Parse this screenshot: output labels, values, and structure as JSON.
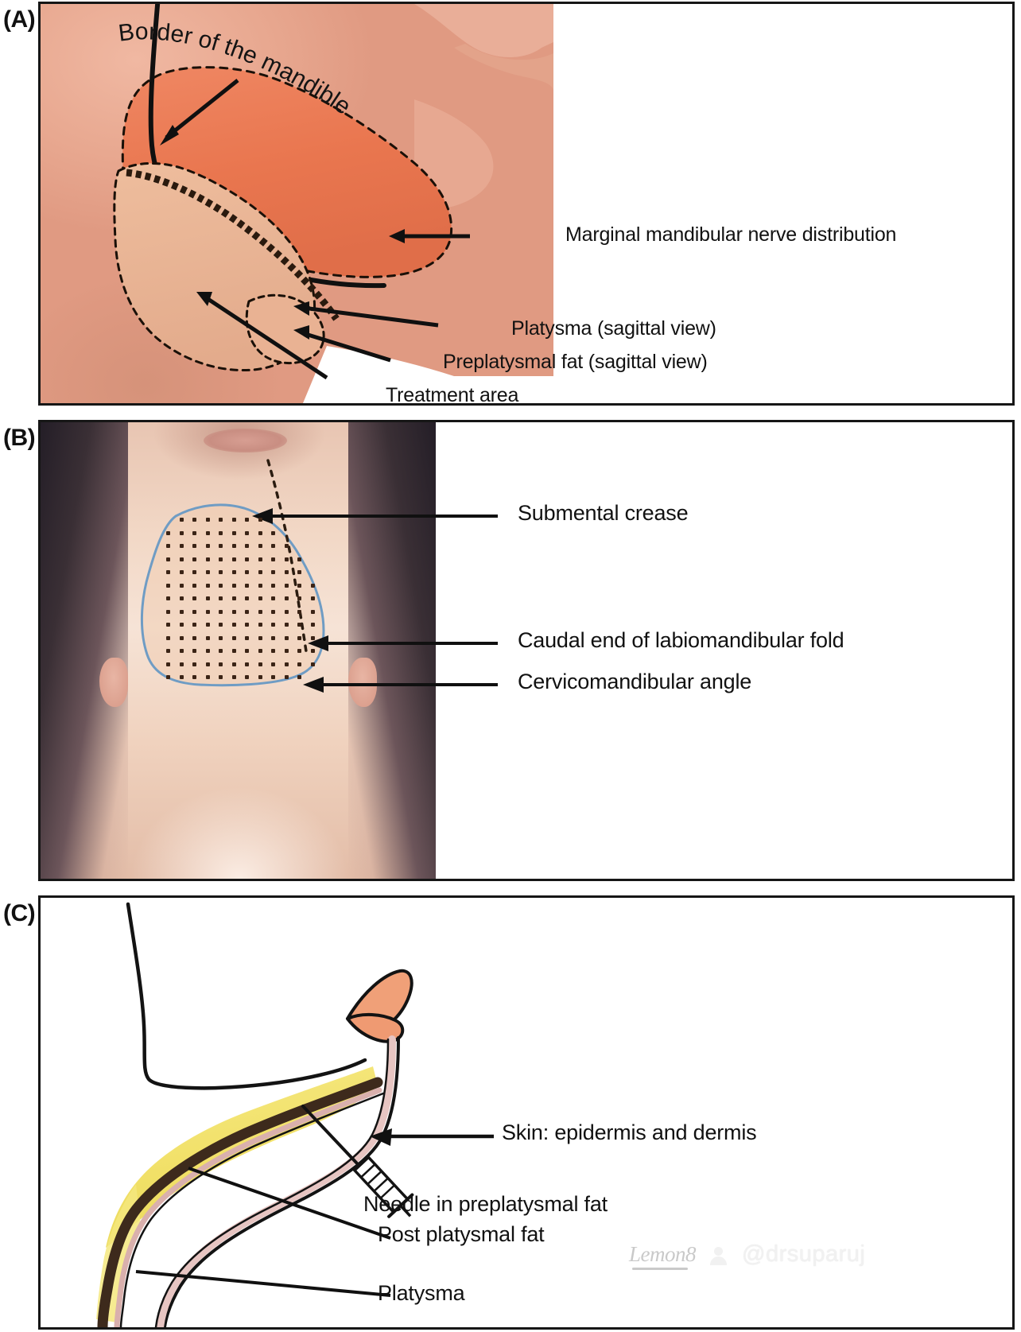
{
  "figure": {
    "panels": [
      {
        "id": "A",
        "letter": "(A)",
        "view": "lateral (sagittal) illustration of lower face and jawline",
        "annotations": [
          {
            "id": "border-of-the-mandible",
            "text": "Border of the mandible",
            "placement": "curved along the mandible, upper left"
          },
          {
            "id": "marginal-mandibular-nerve-distribution",
            "text": "Marginal mandibular nerve distribution",
            "placement": "right, pointing into orange zone"
          },
          {
            "id": "platysma-sagittal-view",
            "text": "Platysma (sagittal view)",
            "placement": "right"
          },
          {
            "id": "preplatysmal-fat-sagittal-view",
            "text": "Preplatysmal fat (sagittal view)",
            "placement": "right"
          },
          {
            "id": "treatment-area",
            "text": "Treatment area",
            "placement": "bottom center"
          }
        ],
        "colors": {
          "skin": "#e9a78e",
          "nerve_zone": "#ea7a57",
          "treatment_zone": "#eab694"
        }
      },
      {
        "id": "B",
        "letter": "(B)",
        "view": "submental photograph, head tilted back, with injection dot grid",
        "annotations": [
          {
            "id": "submental-crease",
            "text": "Submental crease",
            "placement": "right, arrow to top of zone"
          },
          {
            "id": "caudal-end-of-labiomandibular-fold",
            "text": "Caudal end of labiomandibular fold",
            "placement": "right, arrow to lateral zone"
          },
          {
            "id": "cervicomandibular-angle",
            "text": "Cervicomandibular angle",
            "placement": "right, arrow to lower lateral zone"
          }
        ],
        "colors": {
          "zone_outline": "#6f9cc4",
          "injection_dot": "#3b2416"
        }
      },
      {
        "id": "C",
        "letter": "(C)",
        "view": "sagittal cross-section schematic of chin, neck and tissue layers with needle",
        "annotations": [
          {
            "id": "skin-epidermis-and-dermis",
            "text": "Skin: epidermis and dermis",
            "placement": "right, arrow to skin layer"
          },
          {
            "id": "needle-in-preplatysmal-fat",
            "text": "Needle in preplatysmal fat",
            "placement": "right of syringe"
          },
          {
            "id": "post-platysmal-fat",
            "text": "Post platysmal fat",
            "placement": "lower right"
          },
          {
            "id": "platysma",
            "text": "Platysma",
            "placement": "bottom right"
          }
        ],
        "colors": {
          "preplatysmal_fat": "#f2e26a",
          "platysma_muscle": "#3d2a1c",
          "dermis": "#e7c5c2",
          "tongue": "#f0a078"
        }
      }
    ]
  },
  "watermark": {
    "brand": "Lemon8",
    "username": "@drsuparuj"
  }
}
